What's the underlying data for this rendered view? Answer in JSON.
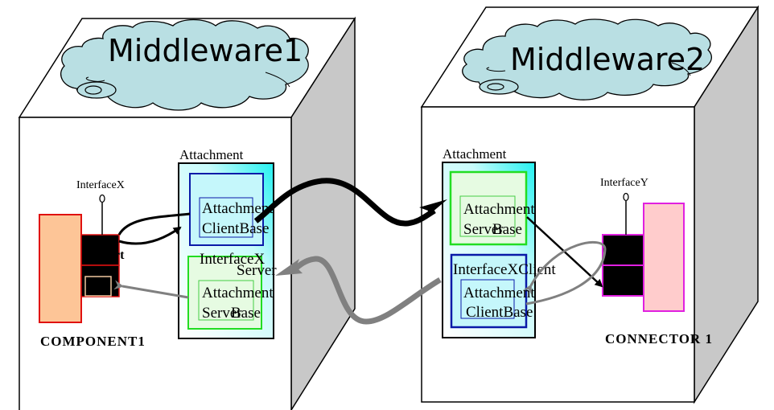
{
  "diagram": {
    "middleware_left": {
      "cloud_label": "Middleware1",
      "attachment_title": "Attachment",
      "client_box": {
        "line1": "Attachment",
        "line2": "ClientBase"
      },
      "server_box": {
        "header_line1": "InterfaceX",
        "header_line2": "Server",
        "line1": "Attachment",
        "line2a": "Server",
        "line2b": "Base"
      },
      "component": {
        "interface_label": "InterfaceX",
        "port_label": "Port",
        "caption": "COMPONENT1"
      }
    },
    "middleware_right": {
      "cloud_label": "Middleware2",
      "attachment_title": "Attachment",
      "server_box": {
        "line1": "Attachment",
        "line2a": "Server",
        "line2b": "Base"
      },
      "client_box": {
        "header": "InterfaceXClient",
        "line1": "Attachment",
        "line2": "ClientBase"
      },
      "connector": {
        "interface_label": "InterfaceY",
        "caption": "CONNECTOR 1"
      }
    },
    "colors": {
      "cloud_fill": "#b9dfe3",
      "box_side": "#c8c8c8",
      "component_fill": "#fdc597",
      "component_border": "#e01010",
      "connector_fill": "#ffcccc",
      "connector_border": "#e020e0",
      "client_border": "#0a1aa8",
      "server_border": "#22dd22",
      "arrow_black": "#000000",
      "arrow_gray": "#808080"
    }
  }
}
